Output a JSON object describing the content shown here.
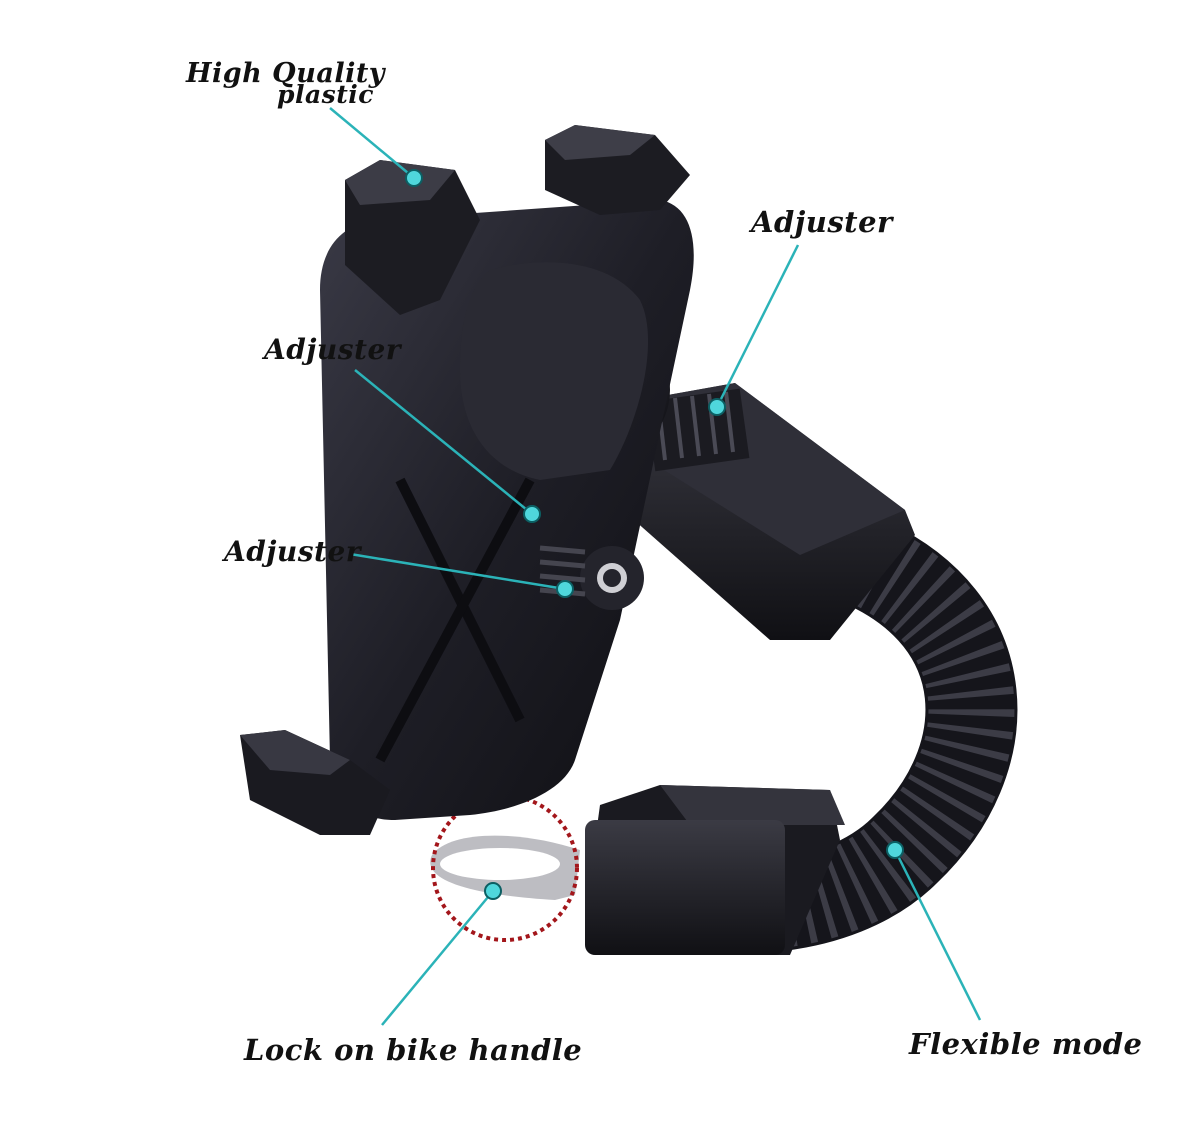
{
  "labels": {
    "high_quality_line1": "High Quality",
    "high_quality_line2": "plastic",
    "adjuster_top": "Adjuster",
    "adjuster_middle": "Adjuster",
    "adjuster_lower": "Adjuster",
    "lock_on_bike_handle": "Lock on bike handle",
    "flexible_mode": "Flexible mode"
  },
  "colors": {
    "callout_line": "#2bb3b8",
    "callout_dot": "#4fd7dc",
    "mount_body": "#1c1c24",
    "highlight_circle": "#a3161b"
  }
}
